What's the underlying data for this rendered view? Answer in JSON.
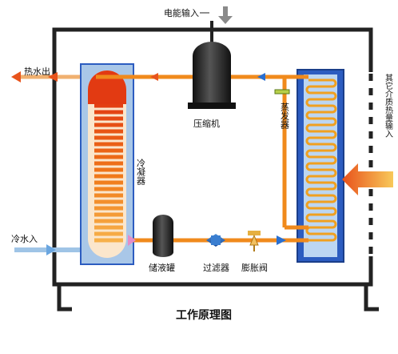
{
  "labels": {
    "power_input": "电能输入",
    "hot_water_out": "热水出",
    "cold_water_in": "冷水入",
    "compressor": "压缩机",
    "condenser": "冷凝器",
    "evaporator": "蒸发器",
    "receiver": "储液罐",
    "filter": "过滤器",
    "expansion_valve": "膨胀阀",
    "heat_input": "其它介质热量输入",
    "title": "工作原理图"
  },
  "colors": {
    "hot_pipe": "#f08a1c",
    "water_pipe": "#f0b070",
    "cold_pipe": "#9fc4e6",
    "frame": "#222222",
    "condenser_fill": "#a9c7e8",
    "evaporator_fill": "#2c5cc0",
    "hot_arrow": "#e8541c",
    "flow_arrow": "#2a6fd0",
    "cold_arrow": "#6aa6e0",
    "accent_pink": "#e58cc8"
  },
  "icons": [
    "compressor-icon",
    "receiver-tank-icon",
    "filter-icon",
    "expansion-valve-icon",
    "heat-input-arrow-icon"
  ]
}
